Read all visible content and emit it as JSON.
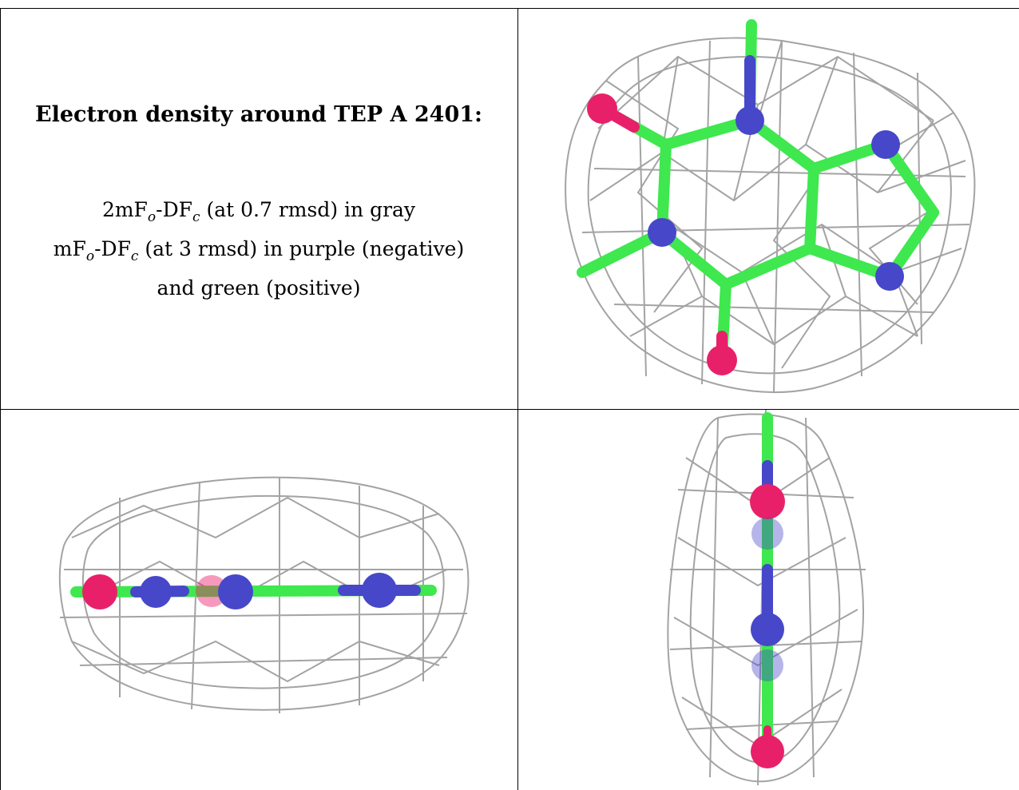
{
  "caption": {
    "title": "Electron density around TEP A 2401:",
    "line1_pre": "2mF",
    "line1_sub1": "o",
    "line1_mid": "-DF",
    "line1_sub2": "c",
    "line1_post": " (at 0.7 rmsd) in gray",
    "line2_pre": "mF",
    "line2_sub1": "o",
    "line2_mid": "-DF",
    "line2_sub2": "c",
    "line2_post": " (at 3 rmsd) in purple (negative)",
    "line3": "and green (positive)"
  },
  "colors": {
    "carbon": "#3ee84e",
    "nitrogen": "#4747c9",
    "oxygen": "#e8206a",
    "mesh": "#9a9a9a",
    "border": "#000000"
  },
  "panels": [
    "top-view",
    "side-view",
    "edge-view"
  ]
}
